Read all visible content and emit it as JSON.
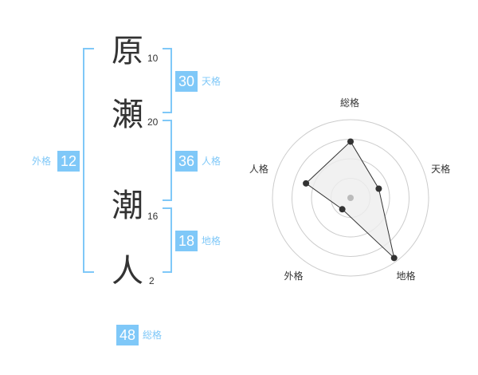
{
  "name": {
    "chars": [
      {
        "char": "原",
        "strokes": "10"
      },
      {
        "char": "瀬",
        "strokes": "20"
      },
      {
        "char": "潮",
        "strokes": "16"
      },
      {
        "char": "人",
        "strokes": "2"
      }
    ]
  },
  "kaku": {
    "tenkaku": {
      "value": "30",
      "label": "天格"
    },
    "jinkaku": {
      "value": "36",
      "label": "人格"
    },
    "chikaku": {
      "value": "18",
      "label": "地格"
    },
    "gaikaku": {
      "value": "12",
      "label": "外格"
    },
    "soukaku": {
      "value": "48",
      "label": "総格"
    }
  },
  "colors": {
    "accent": "#7fc8f8",
    "text": "#333333",
    "ring": "#cccccc",
    "polygon_fill": "#eeeeee"
  },
  "chart_data": {
    "type": "radar",
    "axes": [
      "総格",
      "天格",
      "地格",
      "外格",
      "人格"
    ],
    "values": [
      0.72,
      0.38,
      0.95,
      0.18,
      0.6
    ],
    "max": 1,
    "rings": 4
  }
}
